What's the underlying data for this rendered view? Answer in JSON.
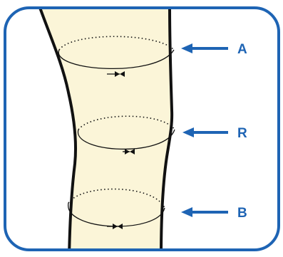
{
  "labels": {
    "top": "A",
    "middle": "R",
    "bottom": "B"
  },
  "colors": {
    "frame": "#1e64b4",
    "limb_fill": "#fbf5d8",
    "outline": "#111111",
    "arrow": "#1e64b4"
  }
}
